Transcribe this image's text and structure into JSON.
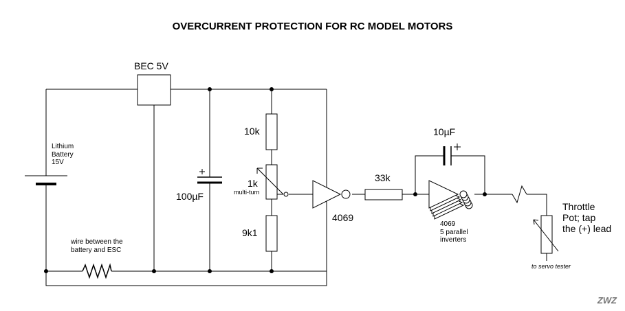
{
  "diagram": {
    "title": "OVERCURRENT PROTECTION FOR RC MODEL MOTORS",
    "labels": {
      "bec": "BEC 5V",
      "battery": "Lithium\nBattery\n15V",
      "cap_100": "100µF",
      "r_10k": "10k",
      "pot_1k": "1k",
      "pot_note": "multi-turn",
      "r_9k1": "9k1",
      "inv_1": "4069",
      "r_33k": "33k",
      "cap_10": "10µF",
      "inv_bank": "4069\n5 parallel\ninverters",
      "shunt": "wire between the\nbattery and ESC",
      "throttle": "Throttle\nPot; tap\nthe (+) lead",
      "servo": "to servo tester",
      "watermark": "ZWZ"
    }
  }
}
